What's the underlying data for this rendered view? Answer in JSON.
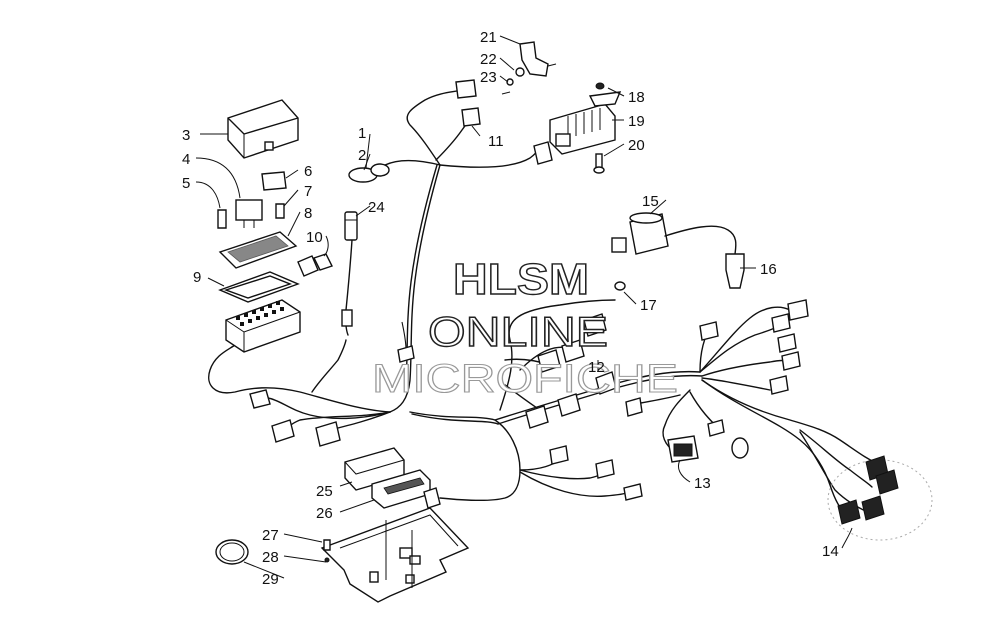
{
  "watermark": {
    "line1": "HLSM",
    "line2": "ONLINE",
    "line3": "MICROFICHE"
  },
  "callouts": [
    {
      "id": "1",
      "label": "1"
    },
    {
      "id": "2",
      "label": "2"
    },
    {
      "id": "3",
      "label": "3"
    },
    {
      "id": "4",
      "label": "4"
    },
    {
      "id": "5",
      "label": "5"
    },
    {
      "id": "6",
      "label": "6"
    },
    {
      "id": "7",
      "label": "7"
    },
    {
      "id": "8",
      "label": "8"
    },
    {
      "id": "9",
      "label": "9"
    },
    {
      "id": "10",
      "label": "10"
    },
    {
      "id": "11",
      "label": "11"
    },
    {
      "id": "12",
      "label": "12"
    },
    {
      "id": "13",
      "label": "13"
    },
    {
      "id": "14",
      "label": "14"
    },
    {
      "id": "15",
      "label": "15"
    },
    {
      "id": "16",
      "label": "16"
    },
    {
      "id": "17",
      "label": "17"
    },
    {
      "id": "18",
      "label": "18"
    },
    {
      "id": "19",
      "label": "19"
    },
    {
      "id": "20",
      "label": "20"
    },
    {
      "id": "21",
      "label": "21"
    },
    {
      "id": "22",
      "label": "22"
    },
    {
      "id": "23",
      "label": "23"
    },
    {
      "id": "24",
      "label": "24"
    },
    {
      "id": "25",
      "label": "25"
    },
    {
      "id": "26",
      "label": "26"
    },
    {
      "id": "27",
      "label": "27"
    },
    {
      "id": "28",
      "label": "28"
    },
    {
      "id": "29",
      "label": "29"
    }
  ]
}
